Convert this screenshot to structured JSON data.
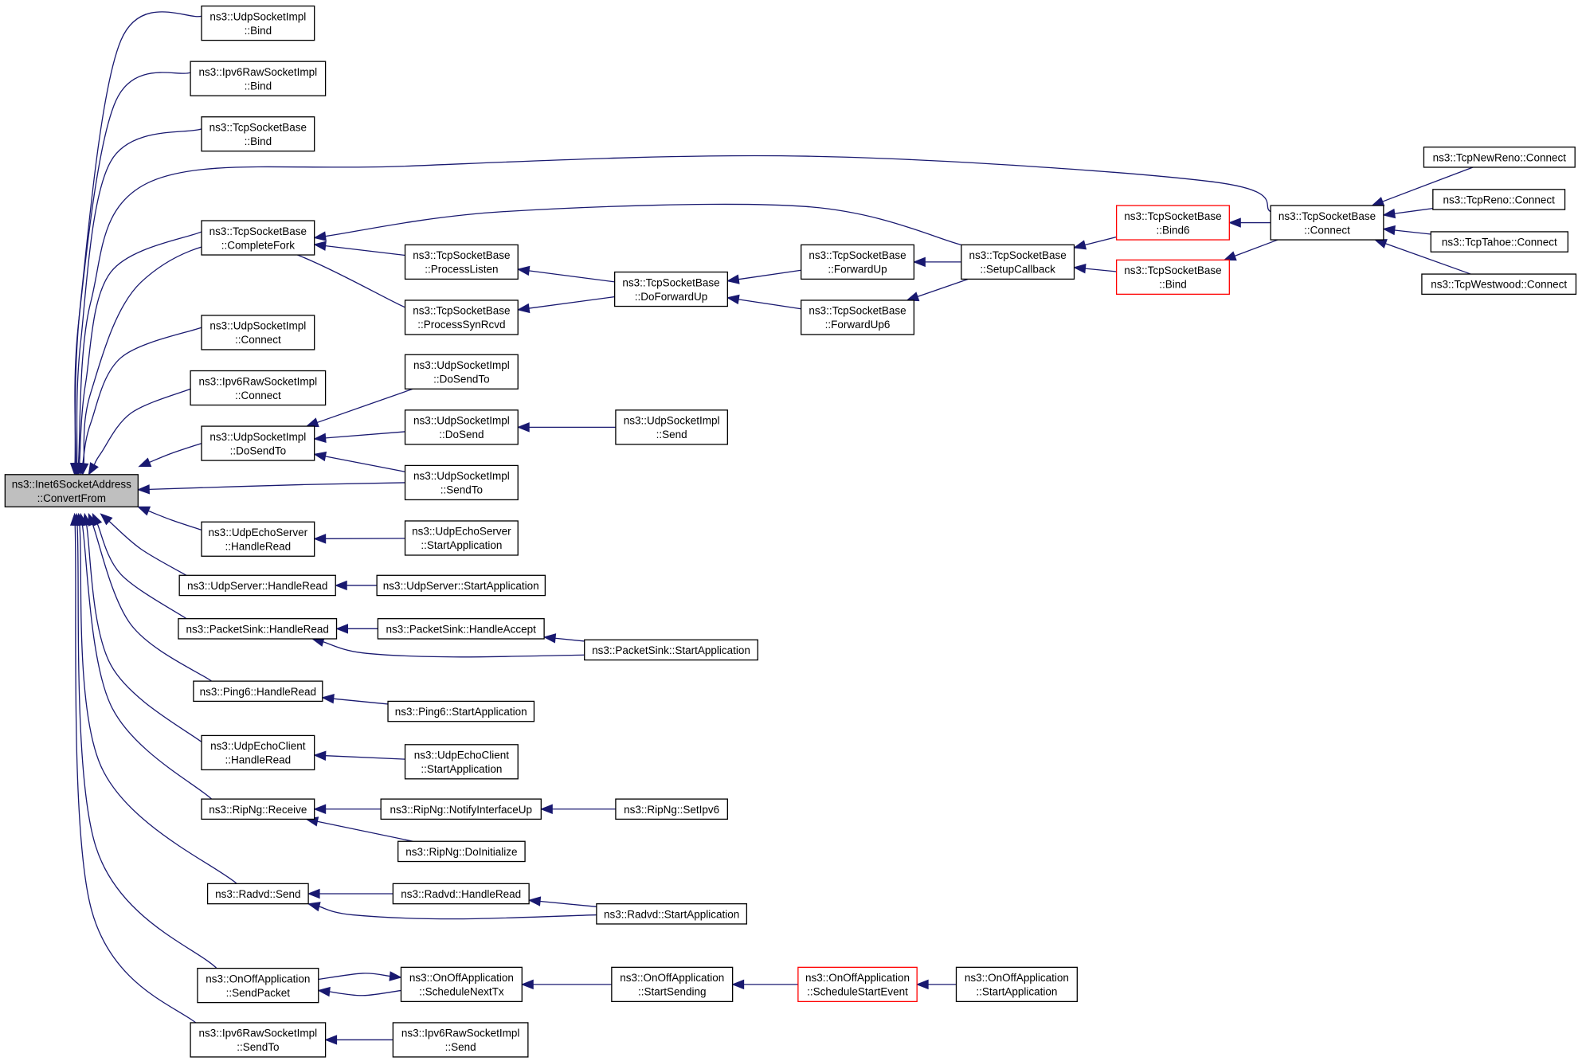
{
  "colors": {
    "edge": "#191970",
    "node_border": "#000000",
    "node_border_truncated": "#ff0000",
    "root_fill": "#bfbfbf",
    "node_fill": "#ffffff"
  },
  "nodes": [
    {
      "id": "root",
      "lines": [
        "ns3::Inet6SocketAddress",
        "::ConvertFrom"
      ],
      "root": true
    },
    {
      "id": "udp_bind",
      "lines": [
        "ns3::UdpSocketImpl",
        "::Bind"
      ]
    },
    {
      "id": "ipv6raw_bind",
      "lines": [
        "ns3::Ipv6RawSocketImpl",
        "::Bind"
      ]
    },
    {
      "id": "tcp_bind",
      "lines": [
        "ns3::TcpSocketBase",
        "::Bind"
      ]
    },
    {
      "id": "completefork",
      "lines": [
        "ns3::TcpSocketBase",
        "::CompleteFork"
      ]
    },
    {
      "id": "udp_connect",
      "lines": [
        "ns3::UdpSocketImpl",
        "::Connect"
      ]
    },
    {
      "id": "ipv6raw_connect",
      "lines": [
        "ns3::Ipv6RawSocketImpl",
        "::Connect"
      ]
    },
    {
      "id": "udp_dosendto",
      "lines": [
        "ns3::UdpSocketImpl",
        "::DoSendTo"
      ]
    },
    {
      "id": "echoserver_handleread",
      "lines": [
        "ns3::UdpEchoServer",
        "::HandleRead"
      ]
    },
    {
      "id": "udpserver_handleread",
      "lines": [
        "ns3::UdpServer::HandleRead"
      ]
    },
    {
      "id": "packetsink_handleread",
      "lines": [
        "ns3::PacketSink::HandleRead"
      ]
    },
    {
      "id": "ping6_handleread",
      "lines": [
        "ns3::Ping6::HandleRead"
      ]
    },
    {
      "id": "echoclient_handleread",
      "lines": [
        "ns3::UdpEchoClient",
        "::HandleRead"
      ]
    },
    {
      "id": "ripng_receive",
      "lines": [
        "ns3::RipNg::Receive"
      ]
    },
    {
      "id": "radvd_send",
      "lines": [
        "ns3::Radvd::Send"
      ]
    },
    {
      "id": "onoff_sendpacket",
      "lines": [
        "ns3::OnOffApplication",
        "::SendPacket"
      ]
    },
    {
      "id": "ipv6raw_sendto",
      "lines": [
        "ns3::Ipv6RawSocketImpl",
        "::SendTo"
      ]
    },
    {
      "id": "processlisten",
      "lines": [
        "ns3::TcpSocketBase",
        "::ProcessListen"
      ]
    },
    {
      "id": "processsynrcvd",
      "lines": [
        "ns3::TcpSocketBase",
        "::ProcessSynRcvd"
      ]
    },
    {
      "id": "udp_dosendto2",
      "lines": [
        "ns3::UdpSocketImpl",
        "::DoSendTo"
      ]
    },
    {
      "id": "udp_dosend",
      "lines": [
        "ns3::UdpSocketImpl",
        "::DoSend"
      ]
    },
    {
      "id": "udp_sendto",
      "lines": [
        "ns3::UdpSocketImpl",
        "::SendTo"
      ]
    },
    {
      "id": "echoserver_start",
      "lines": [
        "ns3::UdpEchoServer",
        "::StartApplication"
      ]
    },
    {
      "id": "udpserver_start",
      "lines": [
        "ns3::UdpServer::StartApplication"
      ]
    },
    {
      "id": "packetsink_accept",
      "lines": [
        "ns3::PacketSink::HandleAccept"
      ]
    },
    {
      "id": "packetsink_start",
      "lines": [
        "ns3::PacketSink::StartApplication"
      ]
    },
    {
      "id": "ping6_start",
      "lines": [
        "ns3::Ping6::StartApplication"
      ]
    },
    {
      "id": "echoclient_start",
      "lines": [
        "ns3::UdpEchoClient",
        "::StartApplication"
      ]
    },
    {
      "id": "ripng_notify",
      "lines": [
        "ns3::RipNg::NotifyInterfaceUp"
      ]
    },
    {
      "id": "ripng_doinit",
      "lines": [
        "ns3::RipNg::DoInitialize"
      ]
    },
    {
      "id": "ripng_setipv6",
      "lines": [
        "ns3::RipNg::SetIpv6"
      ]
    },
    {
      "id": "radvd_handleread",
      "lines": [
        "ns3::Radvd::HandleRead"
      ]
    },
    {
      "id": "radvd_start",
      "lines": [
        "ns3::Radvd::StartApplication"
      ]
    },
    {
      "id": "onoff_schednext",
      "lines": [
        "ns3::OnOffApplication",
        "::ScheduleNextTx"
      ]
    },
    {
      "id": "onoff_startsending",
      "lines": [
        "ns3::OnOffApplication",
        "::StartSending"
      ]
    },
    {
      "id": "onoff_schedstart",
      "lines": [
        "ns3::OnOffApplication",
        "::ScheduleStartEvent"
      ],
      "truncated": true
    },
    {
      "id": "onoff_start",
      "lines": [
        "ns3::OnOffApplication",
        "::StartApplication"
      ]
    },
    {
      "id": "ipv6raw_send",
      "lines": [
        "ns3::Ipv6RawSocketImpl",
        "::Send"
      ]
    },
    {
      "id": "udp_send",
      "lines": [
        "ns3::UdpSocketImpl",
        "::Send"
      ]
    },
    {
      "id": "doforwardup",
      "lines": [
        "ns3::TcpSocketBase",
        "::DoForwardUp"
      ]
    },
    {
      "id": "forwardup",
      "lines": [
        "ns3::TcpSocketBase",
        "::ForwardUp"
      ]
    },
    {
      "id": "forwardup6",
      "lines": [
        "ns3::TcpSocketBase",
        "::ForwardUp6"
      ]
    },
    {
      "id": "setupcallback",
      "lines": [
        "ns3::TcpSocketBase",
        "::SetupCallback"
      ]
    },
    {
      "id": "bind6",
      "lines": [
        "ns3::TcpSocketBase",
        "::Bind6"
      ],
      "truncated": true
    },
    {
      "id": "tcp_bind2",
      "lines": [
        "ns3::TcpSocketBase",
        "::Bind"
      ],
      "truncated": true
    },
    {
      "id": "tcp_connect",
      "lines": [
        "ns3::TcpSocketBase",
        "::Connect"
      ]
    },
    {
      "id": "newreno",
      "lines": [
        "ns3::TcpNewReno::Connect"
      ]
    },
    {
      "id": "reno",
      "lines": [
        "ns3::TcpReno::Connect"
      ]
    },
    {
      "id": "tahoe",
      "lines": [
        "ns3::TcpTahoe::Connect"
      ]
    },
    {
      "id": "westwood",
      "lines": [
        "ns3::TcpWestwood::Connect"
      ]
    }
  ],
  "edges": [
    [
      "udp_bind",
      "root"
    ],
    [
      "ipv6raw_bind",
      "root"
    ],
    [
      "tcp_bind",
      "root"
    ],
    [
      "completefork",
      "root"
    ],
    [
      "udp_connect",
      "root"
    ],
    [
      "ipv6raw_connect",
      "root"
    ],
    [
      "udp_dosendto",
      "root"
    ],
    [
      "udp_sendto",
      "root"
    ],
    [
      "echoserver_handleread",
      "root"
    ],
    [
      "udpserver_handleread",
      "root"
    ],
    [
      "packetsink_handleread",
      "root"
    ],
    [
      "ping6_handleread",
      "root"
    ],
    [
      "echoclient_handleread",
      "root"
    ],
    [
      "ripng_receive",
      "root"
    ],
    [
      "radvd_send",
      "root"
    ],
    [
      "onoff_sendpacket",
      "root"
    ],
    [
      "ipv6raw_sendto",
      "root"
    ],
    [
      "processsynrcvd",
      "root"
    ],
    [
      "tcp_connect",
      "root"
    ],
    [
      "processlisten",
      "completefork"
    ],
    [
      "setupcallback",
      "completefork"
    ],
    [
      "doforwardup",
      "processlisten"
    ],
    [
      "doforwardup",
      "processsynrcvd"
    ],
    [
      "forwardup",
      "doforwardup"
    ],
    [
      "forwardup6",
      "doforwardup"
    ],
    [
      "setupcallback",
      "forwardup"
    ],
    [
      "setupcallback",
      "forwardup6"
    ],
    [
      "bind6",
      "setupcallback"
    ],
    [
      "tcp_bind2",
      "setupcallback"
    ],
    [
      "tcp_connect",
      "bind6"
    ],
    [
      "tcp_connect",
      "tcp_bind2"
    ],
    [
      "newreno",
      "tcp_connect"
    ],
    [
      "reno",
      "tcp_connect"
    ],
    [
      "tahoe",
      "tcp_connect"
    ],
    [
      "westwood",
      "tcp_connect"
    ],
    [
      "udp_dosendto2",
      "udp_dosendto"
    ],
    [
      "udp_dosend",
      "udp_dosendto"
    ],
    [
      "udp_sendto",
      "udp_dosendto"
    ],
    [
      "udp_send",
      "udp_dosend"
    ],
    [
      "echoserver_start",
      "echoserver_handleread"
    ],
    [
      "udpserver_start",
      "udpserver_handleread"
    ],
    [
      "packetsink_accept",
      "packetsink_handleread"
    ],
    [
      "packetsink_start",
      "packetsink_handleread"
    ],
    [
      "packetsink_start",
      "packetsink_accept"
    ],
    [
      "ping6_start",
      "ping6_handleread"
    ],
    [
      "echoclient_start",
      "echoclient_handleread"
    ],
    [
      "ripng_notify",
      "ripng_receive"
    ],
    [
      "ripng_doinit",
      "ripng_receive"
    ],
    [
      "ripng_setipv6",
      "ripng_notify"
    ],
    [
      "radvd_handleread",
      "radvd_send"
    ],
    [
      "radvd_start",
      "radvd_send"
    ],
    [
      "radvd_start",
      "radvd_handleread"
    ],
    [
      "onoff_schednext",
      "onoff_sendpacket"
    ],
    [
      "onoff_sendpacket",
      "onoff_schednext"
    ],
    [
      "onoff_startsending",
      "onoff_schednext"
    ],
    [
      "onoff_schedstart",
      "onoff_startsending"
    ],
    [
      "onoff_start",
      "onoff_schedstart"
    ],
    [
      "ipv6raw_send",
      "ipv6raw_sendto"
    ]
  ]
}
